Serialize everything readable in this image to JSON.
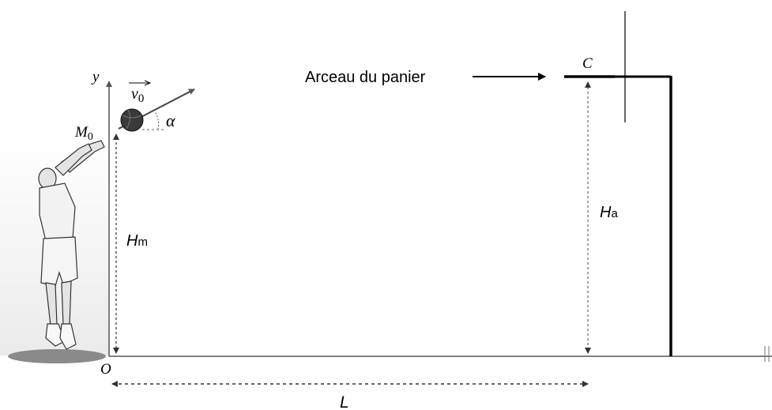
{
  "labels": {
    "y_axis": "y",
    "origin": "O",
    "start_point": "M",
    "start_point_sub": "0",
    "velocity": "v",
    "velocity_sub": "0",
    "angle": "α",
    "hoop_point": "C",
    "hoop_caption": "Arceau du panier",
    "shooter_height": "H",
    "shooter_height_sub": "m",
    "hoop_height": "H",
    "hoop_height_sub": "a",
    "distance": "L"
  },
  "colors": {
    "line": "#000000",
    "dashed": "#7a7a7a",
    "axis": "#555555",
    "ball": "#3a3a3a",
    "shadow": "#8a8a8a",
    "ground_shade": "#eeeeee",
    "player_skin": "#e4e4e4"
  }
}
